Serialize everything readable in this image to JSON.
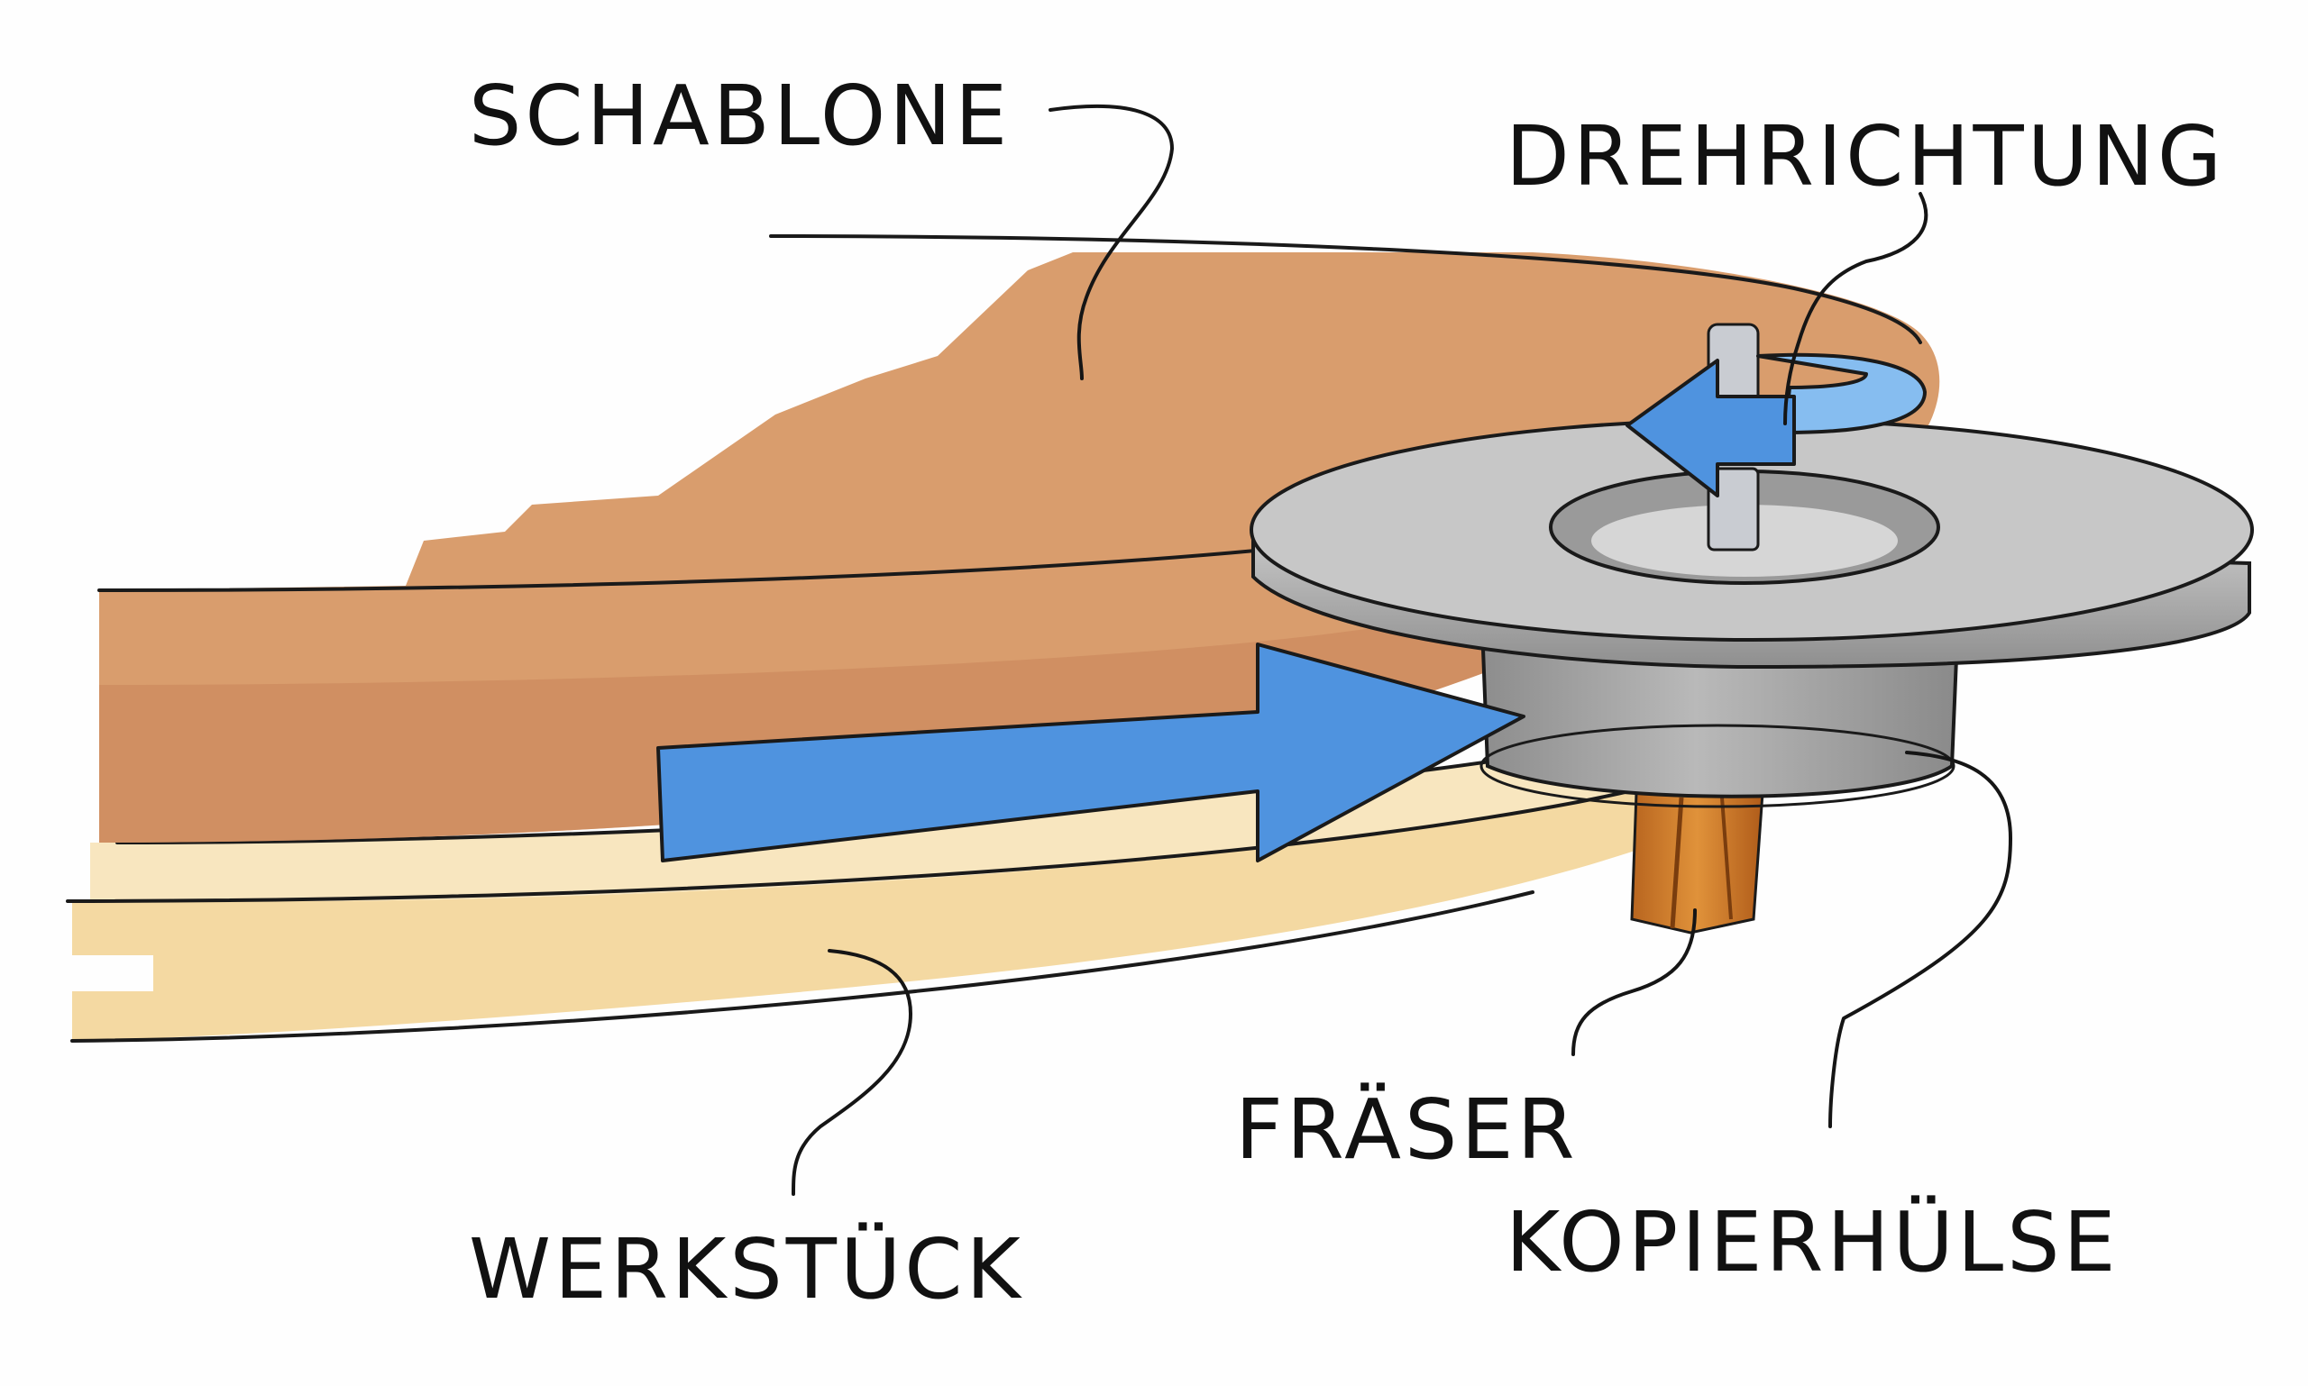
{
  "labels": {
    "schablone": "SCHABLONE",
    "drehrichtung": "DREHRICHTUNG",
    "fraeser": "FRÄSER",
    "kopierhuelse": "KOPIERHÜLSE",
    "werkstueck": "WERKSTÜCK"
  },
  "colors": {
    "template_wood": "#d99d6d",
    "template_wood_dark": "#c8835a",
    "workpiece_wood": "#f4d9a2",
    "workpiece_wood_light": "#f8e6bf",
    "arrow_blue": "#4f93df",
    "arrow_blue_light": "#86bdf0",
    "guide_bush": "#b9b9b9",
    "guide_bush_dark": "#8d8d8d",
    "cutter": "#d9822c",
    "shaft": "#c9ccd2",
    "ink": "#151515"
  },
  "icons": {
    "feed_arrow": "arrow-right-icon",
    "rotation_arrow": "rotate-arrow-icon"
  }
}
